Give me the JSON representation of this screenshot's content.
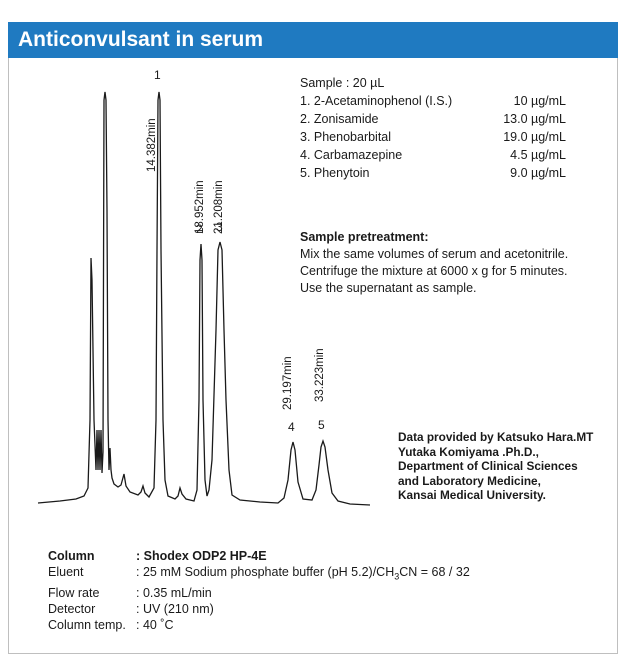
{
  "header": {
    "title": "Anticonvulsant in serum"
  },
  "sample": {
    "volume": "Sample : 20 µL",
    "components": [
      {
        "name": "1. 2-Acetaminophenol (I.S.)",
        "conc": "10 µg/mL"
      },
      {
        "name": "2. Zonisamide",
        "conc": "13.0 µg/mL"
      },
      {
        "name": "3. Phenobarbital",
        "conc": "19.0 µg/mL"
      },
      {
        "name": "4. Carbamazepine",
        "conc": "4.5 µg/mL"
      },
      {
        "name": "5. Phenytoin",
        "conc": "9.0 µg/mL"
      }
    ]
  },
  "pretreatment": {
    "title": "Sample pretreatment:",
    "lines": [
      "Mix the same volumes of serum and acetonitrile.",
      "Centrifuge the mixture at 6000 x g for 5 minutes.",
      "Use the supernatant as sample."
    ]
  },
  "credit": {
    "lines": [
      "Data provided by Katsuko Hara.MT",
      "Yutaka Komiyama .Ph.D.,",
      "Department of Clinical Sciences",
      "and Laboratory Medicine,",
      "Kansai Medical University."
    ]
  },
  "peaks": [
    {
      "number": "1",
      "rt": "14.382min"
    },
    {
      "number": "2",
      "rt": "18.952min"
    },
    {
      "number": "3",
      "rt": "21.208min"
    },
    {
      "number": "4",
      "rt": "29.197min"
    },
    {
      "number": "5",
      "rt": "33.223min"
    }
  ],
  "conditions": {
    "column": {
      "label": "Column",
      "value": ": Shodex ODP2 HP-4E"
    },
    "eluent": {
      "label": "Eluent",
      "value_prefix": ": 25 mM Sodium phosphate buffer (pH 5.2)/CH",
      "sub": "3",
      "value_suffix": "CN = 68 / 32"
    },
    "flow_rate": {
      "label": "Flow rate",
      "value": ": 0.35 mL/min"
    },
    "detector": {
      "label": "Detector",
      "value": ": UV (210 nm)"
    },
    "column_temp": {
      "label": "Column temp.",
      "value": ": 40 ˚C"
    }
  }
}
